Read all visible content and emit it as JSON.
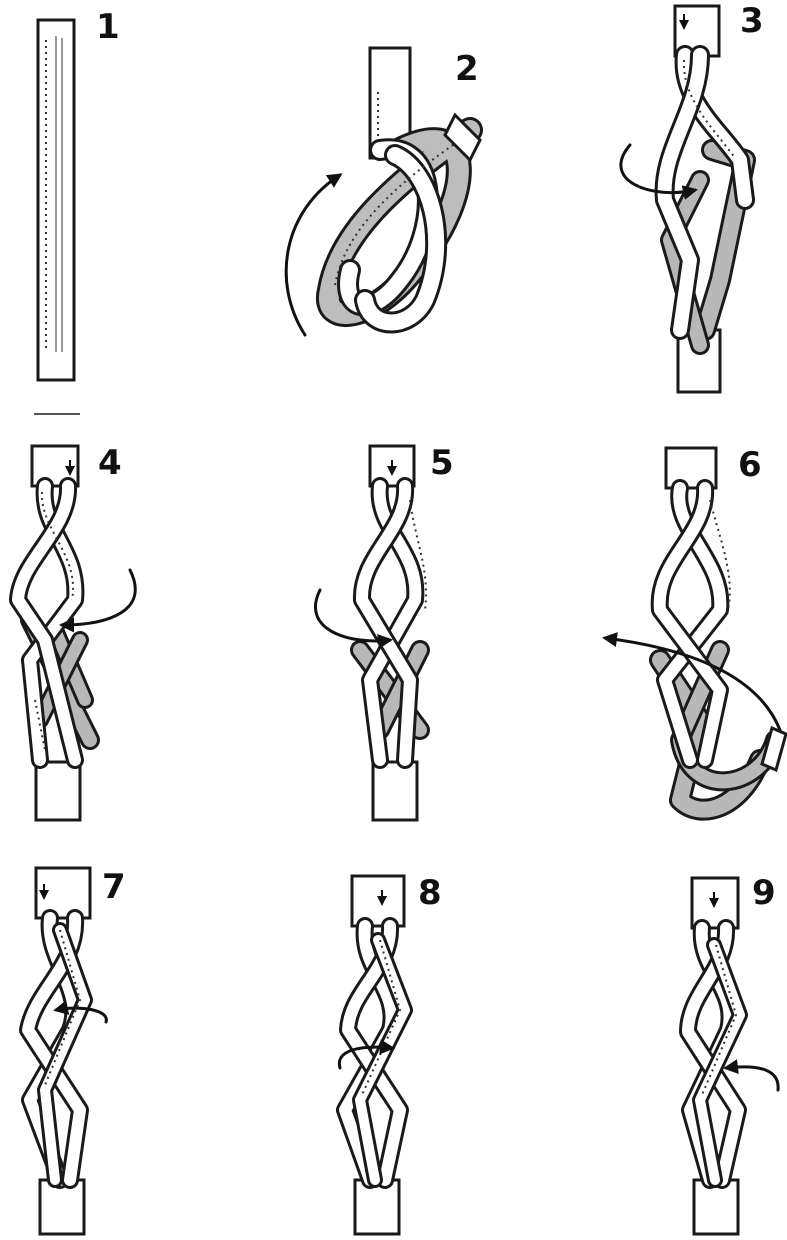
{
  "steps": [
    {
      "label": "1"
    },
    {
      "label": "2"
    },
    {
      "label": "3"
    },
    {
      "label": "4"
    },
    {
      "label": "5"
    },
    {
      "label": "6"
    },
    {
      "label": "7"
    },
    {
      "label": "8"
    },
    {
      "label": "9"
    }
  ],
  "colors": {
    "outline": "#1a1a1a",
    "strand_fill": "#ffffff",
    "shaded_strand": "#b8b8b8",
    "background": "#ffffff",
    "label": "#111111"
  }
}
